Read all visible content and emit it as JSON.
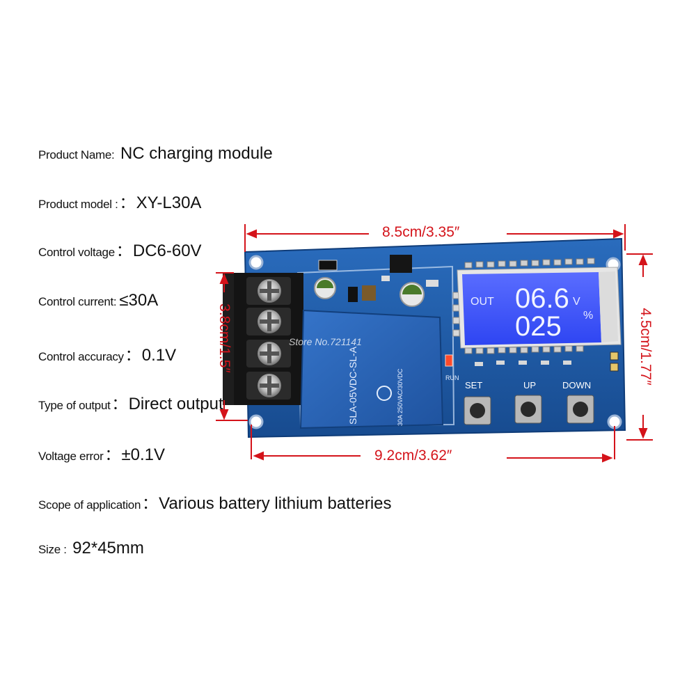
{
  "specs": [
    {
      "label": "Product Name:",
      "sep": "",
      "value": "NC charging module"
    },
    {
      "label": "Product model :",
      "sep": "：",
      "value": "XY-L30A"
    },
    {
      "label": "Control voltage",
      "sep": "：",
      "value": "DC6-60V"
    },
    {
      "label": "Control current:",
      "sep": "",
      "value": "≤30A"
    },
    {
      "label": "Control accuracy",
      "sep": "：",
      "value": "0.1V"
    },
    {
      "label": "Type of output",
      "sep": "：",
      "value": "Direct output"
    },
    {
      "label": "Voltage error",
      "sep": "：",
      "value": "±0.1V"
    },
    {
      "label": "Scope of application",
      "sep": "：",
      "value": "Various battery lithium batteries"
    },
    {
      "label": "Size :",
      "sep": "",
      "value": "92*45mm"
    }
  ],
  "dimensions": {
    "top_width": "8.5cm/3.35″",
    "bottom_width": "9.2cm/3.62″",
    "left_height": "3.8cm/1.5″",
    "right_height": "4.5cm/1.77″"
  },
  "board": {
    "lcd_out": "OUT",
    "lcd_top": "06.6",
    "lcd_top_unit": "V",
    "lcd_bottom": "025",
    "lcd_bottom_unit": "%",
    "led_label": "RUN",
    "relay_text": "SLA-05VDC-SL-A",
    "relay_rating": "30A 250VAC/30VDC",
    "watermark": "Store No.721141",
    "buttons": [
      {
        "label": "SET"
      },
      {
        "label": "UP"
      },
      {
        "label": "DOWN"
      }
    ]
  },
  "colors": {
    "pcb": "#1f5aa5",
    "relay": "#2a62b8",
    "lcd": "#3f58ff",
    "dimension": "#d4131a"
  }
}
